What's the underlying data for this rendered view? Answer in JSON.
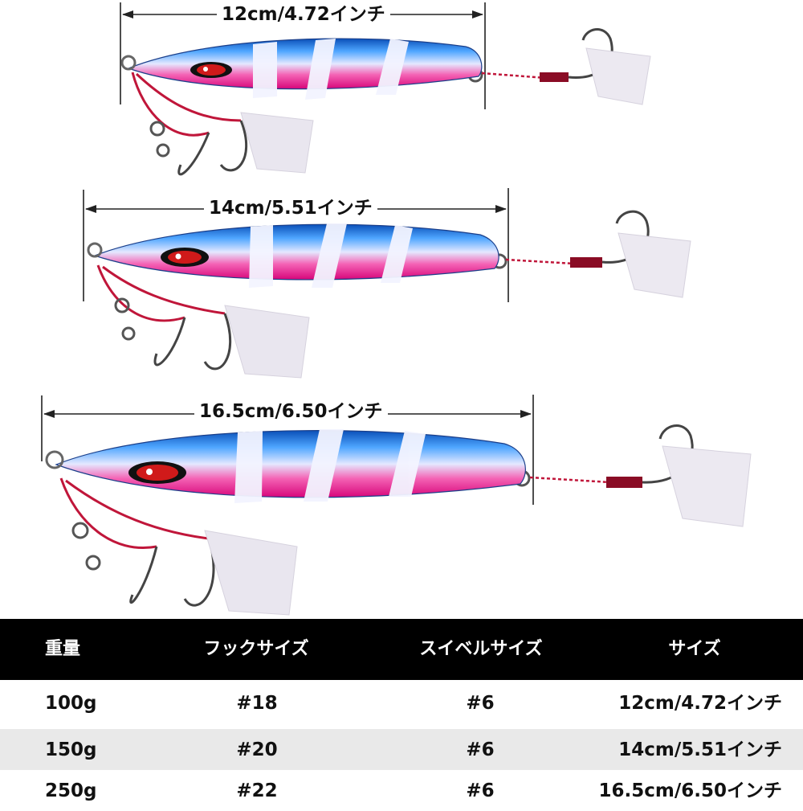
{
  "lures": [
    {
      "size_label": "12cm/4.72インチ"
    },
    {
      "size_label": "14cm/5.51インチ"
    },
    {
      "size_label": "16.5cm/6.50インチ"
    }
  ],
  "table": {
    "headers": [
      "重量",
      "フックサイズ",
      "スイベルサイズ",
      "サイズ"
    ],
    "rows": [
      {
        "weight": "100g",
        "hook": "#18",
        "swivel": "#6",
        "size": "12cm/4.72インチ"
      },
      {
        "weight": "150g",
        "hook": "#20",
        "swivel": "#6",
        "size": "14cm/5.51インチ"
      },
      {
        "weight": "250g",
        "hook": "#22",
        "swivel": "#6",
        "size": "16.5cm/6.50インチ"
      }
    ]
  },
  "colors": {
    "body_blue": "#2f7de0",
    "body_pink": "#ee1f8d",
    "glow_band": "#eef0ff",
    "assist_cord_red": "#c0163a",
    "header_bg": "#000000",
    "row_shade": "#e9e9e9"
  }
}
